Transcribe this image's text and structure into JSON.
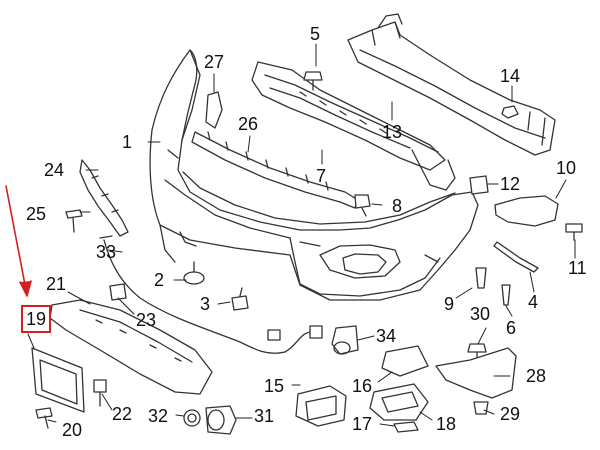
{
  "callouts": {
    "c1": "1",
    "c2": "2",
    "c3": "3",
    "c4": "4",
    "c5": "5",
    "c6": "6",
    "c7": "7",
    "c8": "8",
    "c9": "9",
    "c10": "10",
    "c11": "11",
    "c12": "12",
    "c13": "13",
    "c14": "14",
    "c15": "15",
    "c16": "16",
    "c17": "17",
    "c18": "18",
    "c19": "19",
    "c20": "20",
    "c21": "21",
    "c22": "22",
    "c23": "23",
    "c24": "24",
    "c25": "25",
    "c26": "26",
    "c27": "27",
    "c28": "28",
    "c29": "29",
    "c30": "30",
    "c31": "31",
    "c32": "32",
    "c33": "33",
    "c34": "34"
  },
  "highlight": {
    "callout": "19",
    "color": "#d42020"
  },
  "colors": {
    "line": "#333333",
    "fill": "#ffffff",
    "accent": "#d42020"
  }
}
